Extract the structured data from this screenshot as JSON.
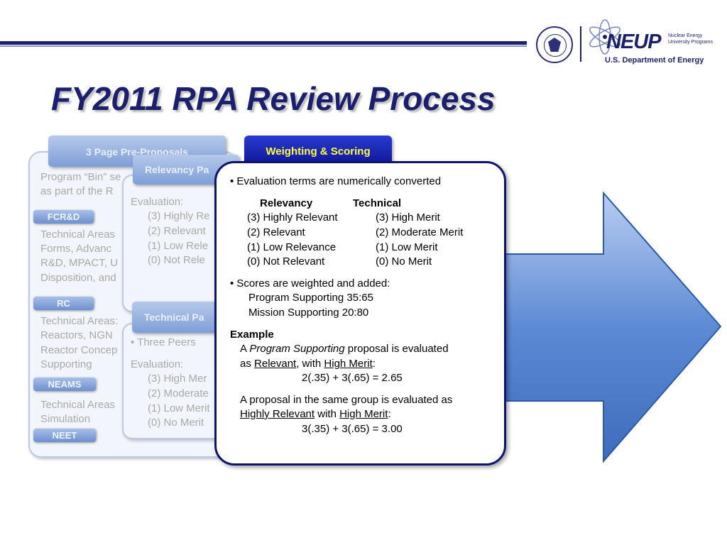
{
  "slide_title": "FY2011 RPA Review Process",
  "logos": {
    "neup_wordmark": "NEUP",
    "neup_subtitle": "Nuclear Energy University Programs",
    "doe_label": "U.S. Department of Energy"
  },
  "back_panel": {
    "tab_label": "3 Page Pre-Proposals",
    "intro_lines": [
      "Program “Bin” se",
      "as part of the R"
    ],
    "programs": [
      {
        "label": "FCR&D",
        "lines": [
          "Technical Areas",
          "Forms, Advanc",
          "R&D, MPACT, U",
          "Disposition, and"
        ]
      },
      {
        "label": "RC",
        "lines": [
          "Technical Areas:",
          "Reactors, NGN",
          "Reactor Concep",
          "Supporting"
        ]
      },
      {
        "label": "NEAMS",
        "lines": [
          "Technical Areas",
          "Simulation"
        ]
      },
      {
        "label": "NEET",
        "lines": []
      }
    ]
  },
  "relevancy_panel": {
    "tab_label": "Relevancy Pa",
    "evaluation_label": "Evaluation:",
    "items": [
      "(3) Highly Re",
      "(2) Relevant",
      "(1) Low Rele",
      "(0) Not Rele"
    ]
  },
  "technical_panel": {
    "tab_label": "Technical Pa",
    "bullet": "Three Peers",
    "evaluation_label": "Evaluation:",
    "items": [
      "(3) High Mer",
      "(2) Moderate",
      "(1) Low Merit",
      "(0) No Merit"
    ]
  },
  "scoring_panel": {
    "tab_label": "Weighting & Scoring",
    "bullet1": "Evaluation terms are numerically converted",
    "col_relevancy": "Relevancy",
    "col_technical": "Technical",
    "rows": [
      {
        "relevancy": "(3) Highly Relevant",
        "technical": "(3) High Merit"
      },
      {
        "relevancy": "(2) Relevant",
        "technical": "(2) Moderate Merit"
      },
      {
        "relevancy": "(1) Low Relevance",
        "technical": "(1) Low Merit"
      },
      {
        "relevancy": "(0) Not Relevant",
        "technical": "(0) No Merit"
      }
    ],
    "bullet2": "Scores are weighted and added:",
    "weights": [
      "Program Supporting 35:65",
      "Mission Supporting 20:80"
    ],
    "example_heading": "Example",
    "example1": {
      "a": "A ",
      "italic": "Program Supporting",
      "rest": " proposal is evaluated",
      "as": "as ",
      "rel": "Relevant",
      "with": ", with ",
      "tech": "High Merit",
      "colon": ":",
      "formula": "2(.35) + 3(.65) = 2.65"
    },
    "example2": {
      "line1": "A proposal in the same group is evaluated as",
      "rel": "Highly Relevant",
      "with": " with ",
      "tech": "High Merit",
      "colon": ":",
      "formula": "3(.35) + 3(.65) = 3.00"
    }
  },
  "colors": {
    "navy": "#1c1f6e",
    "tab_yellow": "#ffff40",
    "arrow_blue": "#4f7fd0",
    "faded_text": "#a9a9a9"
  }
}
